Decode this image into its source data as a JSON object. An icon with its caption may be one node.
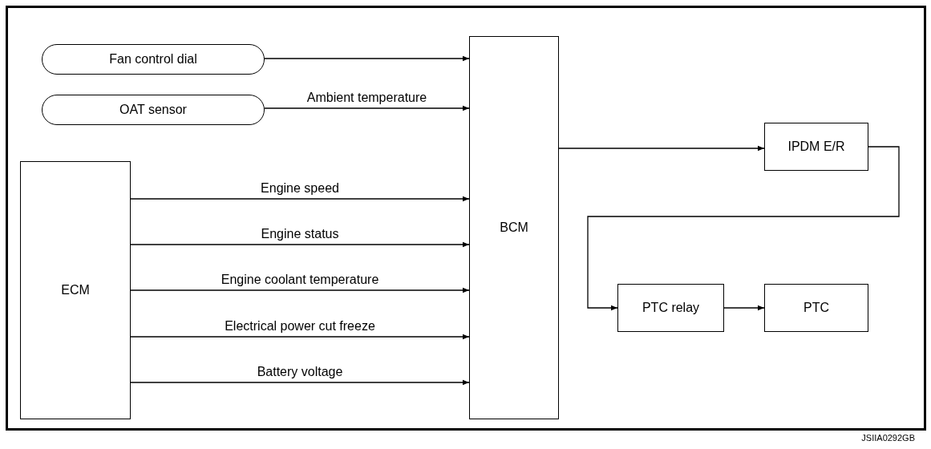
{
  "diagram": {
    "nodes": [
      {
        "text": [
          "Fan control dial"
        ]
      },
      {
        "text": [
          "OAT sensor"
        ]
      },
      {
        "text": [
          "ECM"
        ]
      },
      {
        "text": [
          "BCM"
        ]
      },
      {
        "text": [
          "IPDM E/R"
        ]
      },
      {
        "text": [
          "PTC relay"
        ]
      },
      {
        "text": [
          "PTC"
        ]
      }
    ],
    "edges": [
      {
        "from": 0,
        "to": 3,
        "arrow": "to"
      },
      {
        "from": 1,
        "to": 3,
        "arrow": "to",
        "label": "Ambient temperature"
      },
      {
        "from": 2,
        "to": 3,
        "arrow": "to",
        "label": "Engine speed"
      },
      {
        "from": 2,
        "to": 3,
        "arrow": "to",
        "label": "Engine status"
      },
      {
        "from": 2,
        "to": 3,
        "arrow": "to",
        "label": "Engine coolant temperature"
      },
      {
        "from": 2,
        "to": 3,
        "arrow": "to",
        "label": "Electrical power cut freeze"
      },
      {
        "from": 2,
        "to": 3,
        "arrow": "to",
        "label": "Battery voltage"
      },
      {
        "from": 3,
        "to": 4,
        "arrow": "to"
      },
      {
        "from": 4,
        "to": 5,
        "arrow": "to"
      },
      {
        "from": 5,
        "to": 6,
        "arrow": "to"
      }
    ],
    "labels": [
      "JSIIA0292GB"
    ]
  }
}
